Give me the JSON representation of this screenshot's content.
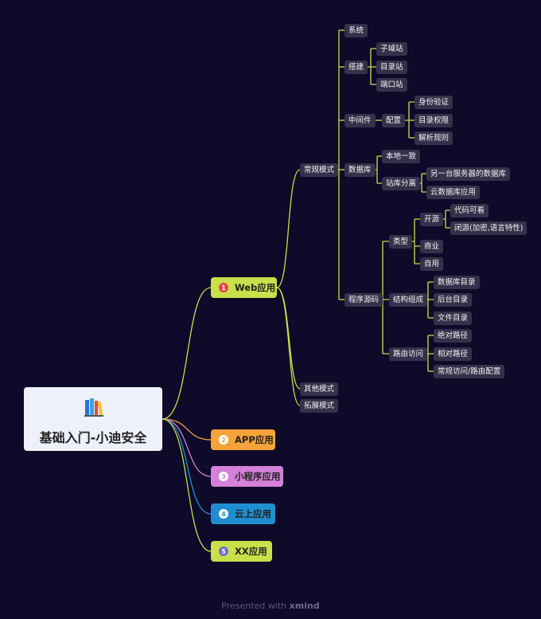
{
  "root": {
    "title": "基础入门-小迪安全",
    "icon": "books-icon"
  },
  "branches": [
    {
      "num": "1",
      "label": "Web应用",
      "color": "#c9e04a",
      "num_color": "#e8464a"
    },
    {
      "num": "2",
      "label": "APP应用",
      "color": "#f8a23a",
      "num_color": "#f8a23a"
    },
    {
      "num": "3",
      "label": "小程序应用",
      "color": "#d580d9",
      "num_color": "#d580d9"
    },
    {
      "num": "4",
      "label": "云上应用",
      "color": "#1f8fd1",
      "num_color": "#1f8fd1"
    },
    {
      "num": "5",
      "label": "XX应用",
      "color": "#c9e04a",
      "num_color": "#6a6ade"
    }
  ],
  "web": {
    "changgui": "常规模式",
    "qita": "其他模式",
    "tuozhan": "拓展模式",
    "xitong": "系统",
    "dajian": "搭建",
    "dajian_children": [
      "子域站",
      "目录站",
      "端口站"
    ],
    "zhongjianjian": "中间件",
    "peizhi": "配置",
    "peizhi_children": [
      "身份验证",
      "目录权限",
      "解析规则"
    ],
    "shujuku": "数据库",
    "bendi": "本地一致",
    "zhanku": "站库分离",
    "zhanku_children": [
      "另一台服务器的数据库",
      "云数据库应用"
    ],
    "yuanma": "程序源码",
    "leixing": "类型",
    "kaiyuan": "开源",
    "kaiyuan_children": [
      "代码可看",
      "闭源(加密,语言特性)"
    ],
    "shangye": "商业",
    "ziyong": "自用",
    "jiegou": "结构组成",
    "jiegou_children": [
      "数据库目录",
      "后台目录",
      "文件目录"
    ],
    "luyou": "路由访问",
    "luyou_children": [
      "绝对路径",
      "相对路径",
      "常规访问/路由配置"
    ]
  },
  "footer": {
    "prefix": "Presented with",
    "brand": "xmind"
  },
  "line_color": "#c9e04a"
}
